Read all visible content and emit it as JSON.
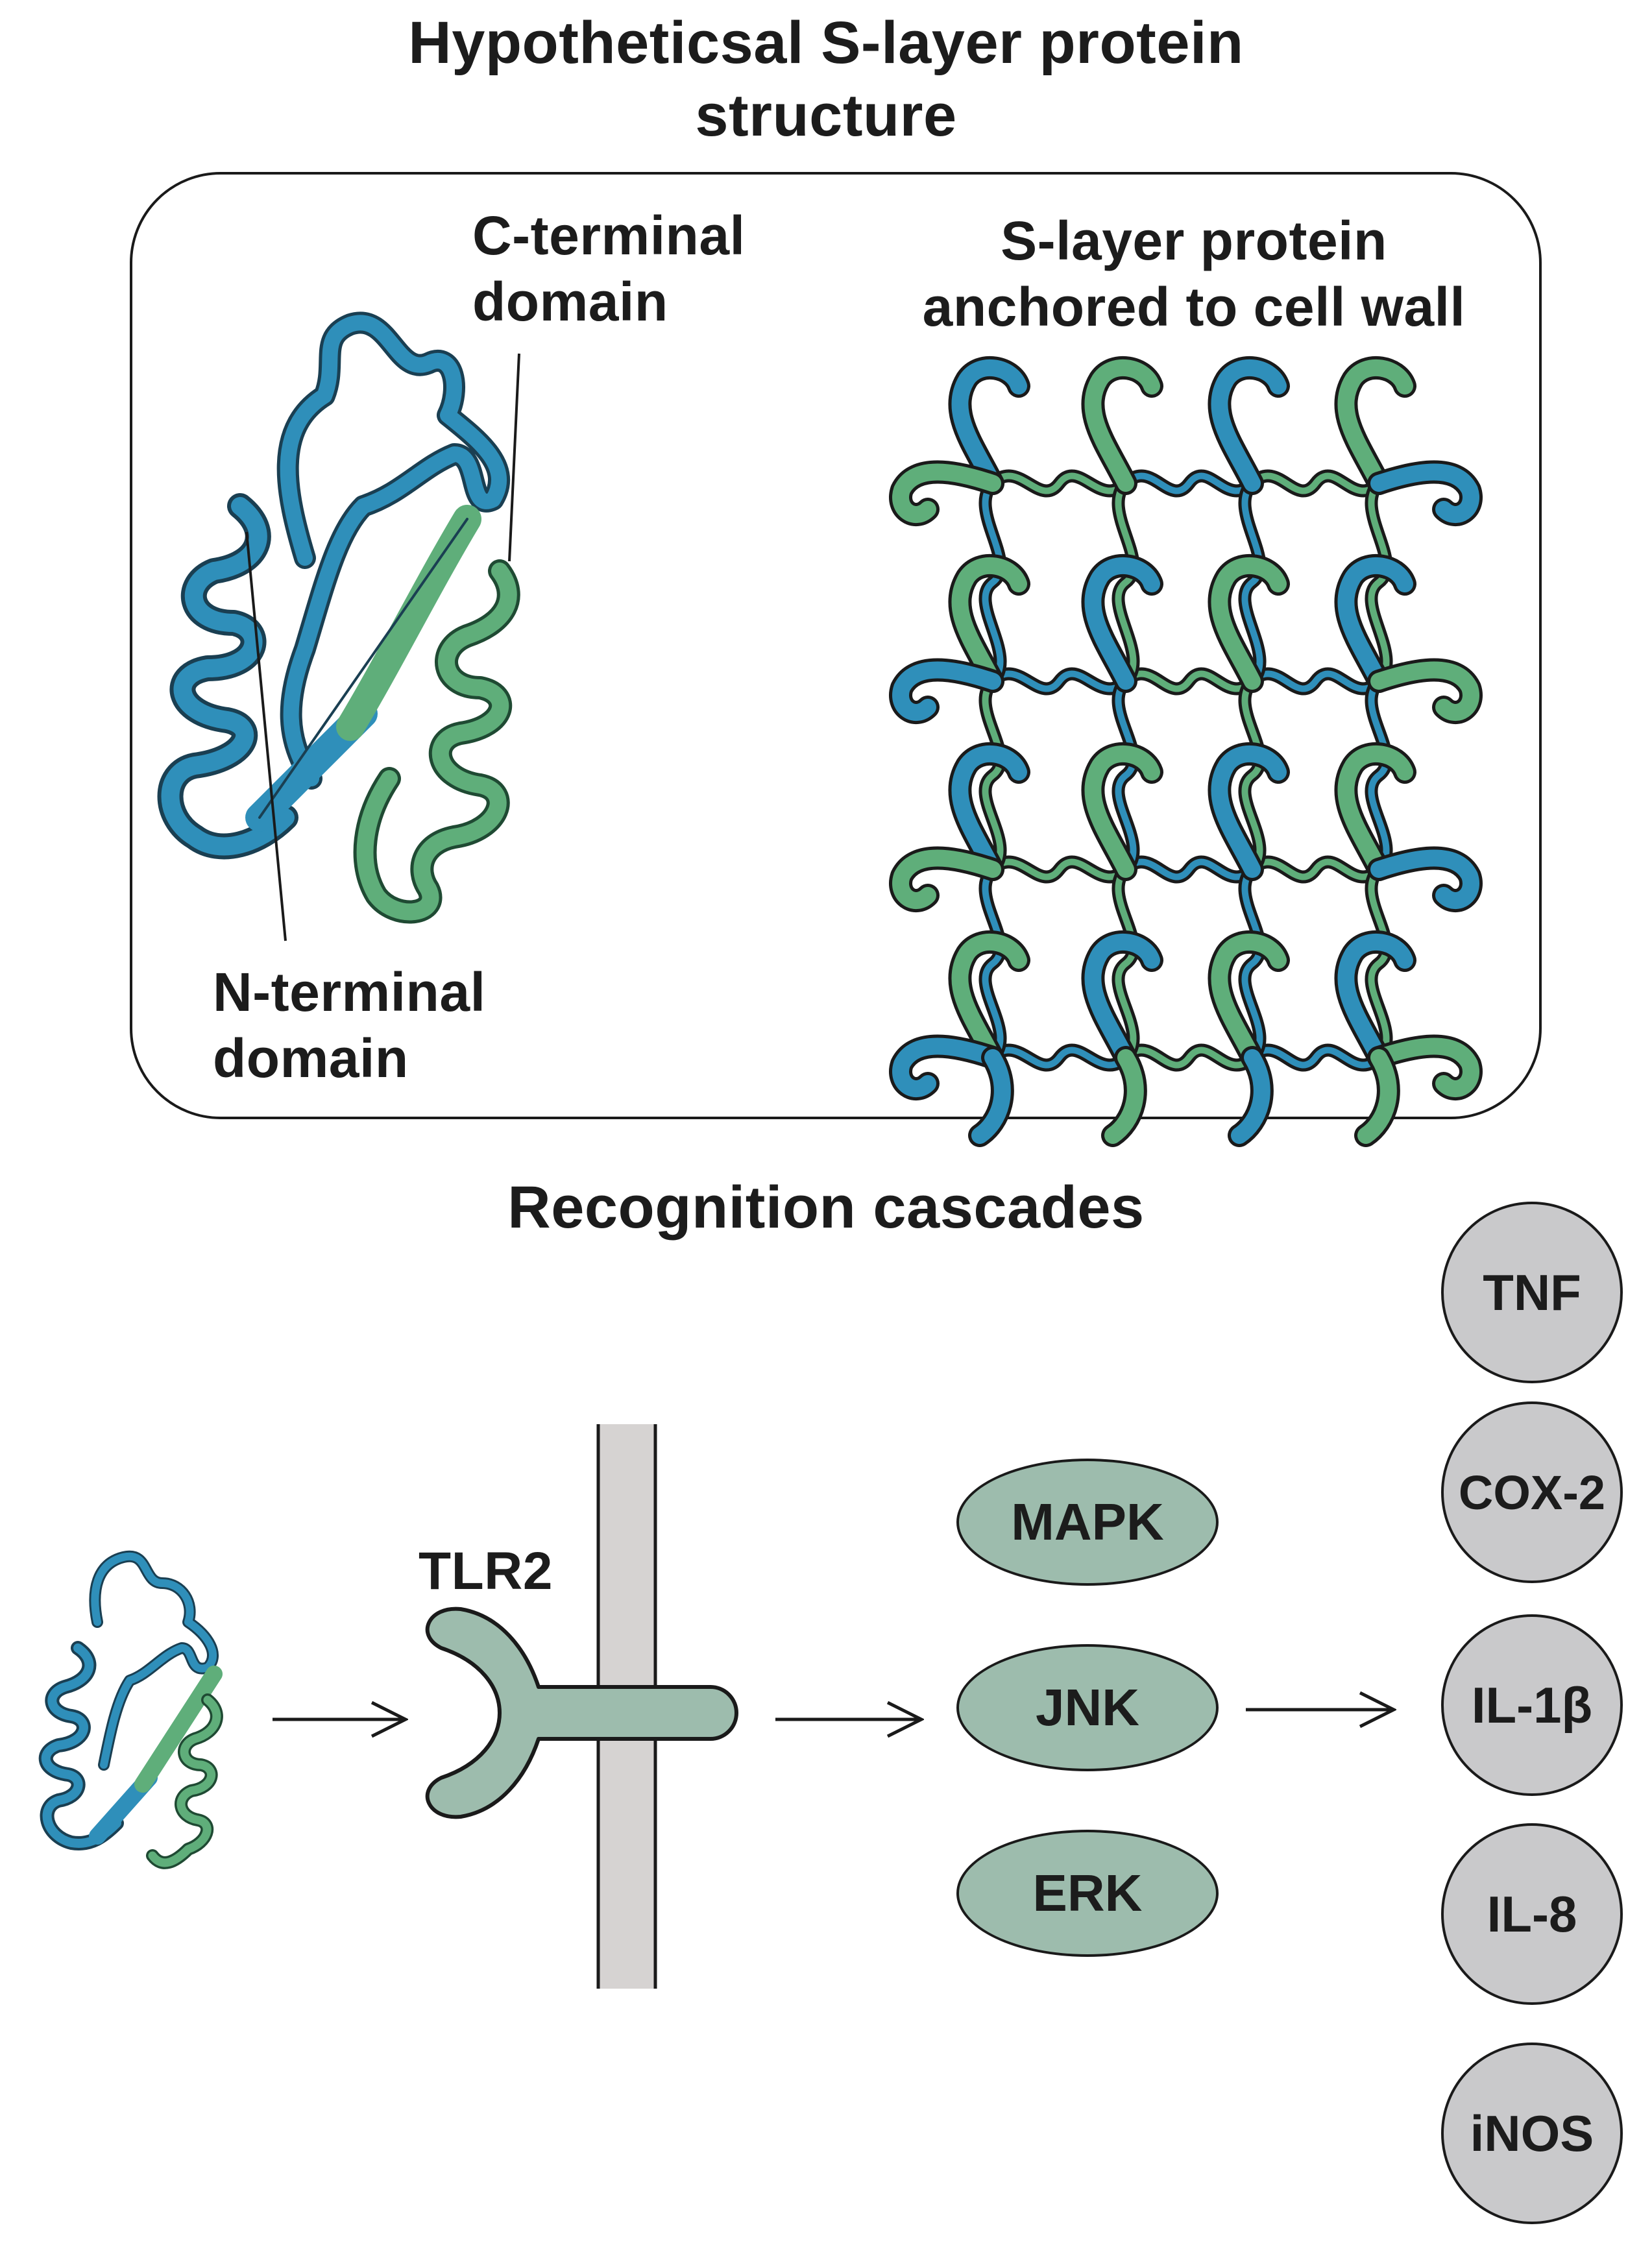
{
  "top_section": {
    "title_line1": "Hypotheticsal S-layer protein",
    "title_line2": "structure",
    "c_terminal_line1": "C-terminal",
    "c_terminal_line2": "domain",
    "n_terminal_line1": "N-terminal",
    "n_terminal_line2": "domain",
    "anchored_line1": "S-layer protein",
    "anchored_line2": "anchored to cell wall"
  },
  "cascade": {
    "title": "Recognition cascades",
    "receptor_label": "TLR2",
    "kinases": [
      "MAPK",
      "JNK",
      "ERK"
    ],
    "cytokines": [
      "TNF",
      "COX-2",
      "IL-1β",
      "IL-8",
      "iNOS"
    ]
  },
  "colors": {
    "blue_domain": "#2f8fba",
    "green_domain": "#5fae7a",
    "receptor": "#9dbcad",
    "kinase_fill": "#9dbcad",
    "cytokine_fill": "#c9c9cb",
    "membrane": "#d6d3d2"
  }
}
